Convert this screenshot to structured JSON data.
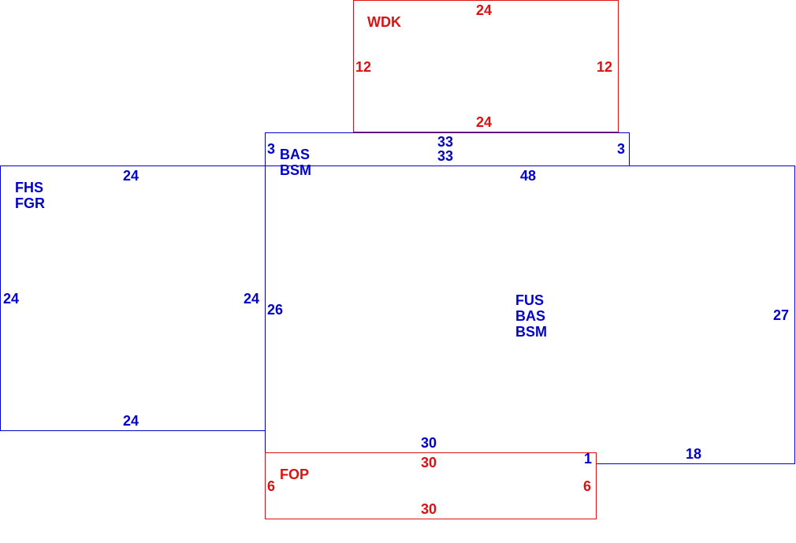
{
  "colors": {
    "main": "#0000cc",
    "secondary": "#dd1111"
  },
  "areas": {
    "wdk": {
      "labels": [
        "WDK"
      ],
      "dims": {
        "top": "24",
        "left": "12",
        "right": "12",
        "bottom": "24"
      }
    },
    "bas_strip": {
      "labels": [
        "BAS",
        "BSM"
      ],
      "dims": {
        "left": "3",
        "top": "33",
        "bottom": "33",
        "right": "3"
      }
    },
    "garage": {
      "labels": [
        "FHS",
        "FGR"
      ],
      "dims": {
        "top": "24",
        "left": "24",
        "right": "24",
        "bottom": "24"
      }
    },
    "main_house": {
      "labels": [
        "FUS",
        "BAS",
        "BSM"
      ],
      "dims": {
        "top": "48",
        "left": "26",
        "right": "27",
        "bottom_left": "30",
        "step": "1",
        "bottom_right": "18"
      }
    },
    "porch": {
      "labels": [
        "FOP"
      ],
      "dims": {
        "top": "30",
        "left": "6",
        "right": "6",
        "bottom": "30"
      }
    }
  }
}
